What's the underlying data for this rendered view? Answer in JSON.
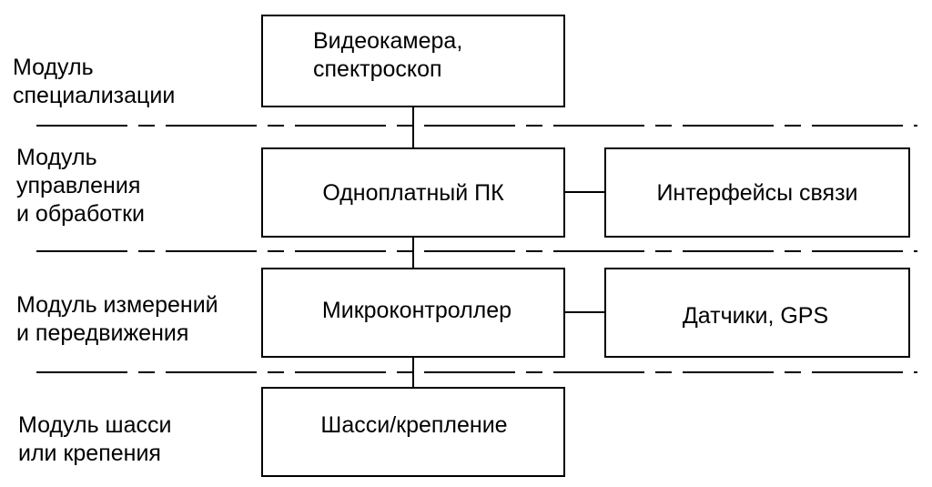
{
  "layers": [
    {
      "label": [
        "Модуль",
        "специализации"
      ]
    },
    {
      "label": [
        "Модуль",
        "управления",
        "и обработки"
      ]
    },
    {
      "label": [
        "Модуль измерений",
        "и передвижения"
      ]
    },
    {
      "label": [
        "Модуль шасси",
        "или крепения"
      ]
    }
  ],
  "blocks": {
    "camera": [
      "Видеокамера,",
      "спектроскоп"
    ],
    "pc": "Одноплатный ПК",
    "interfaces": "Интерфейсы связи",
    "mcu": "Микроконтроллер",
    "sensors": "Датчики, GPS",
    "chassis": "Шасси/крепление"
  }
}
